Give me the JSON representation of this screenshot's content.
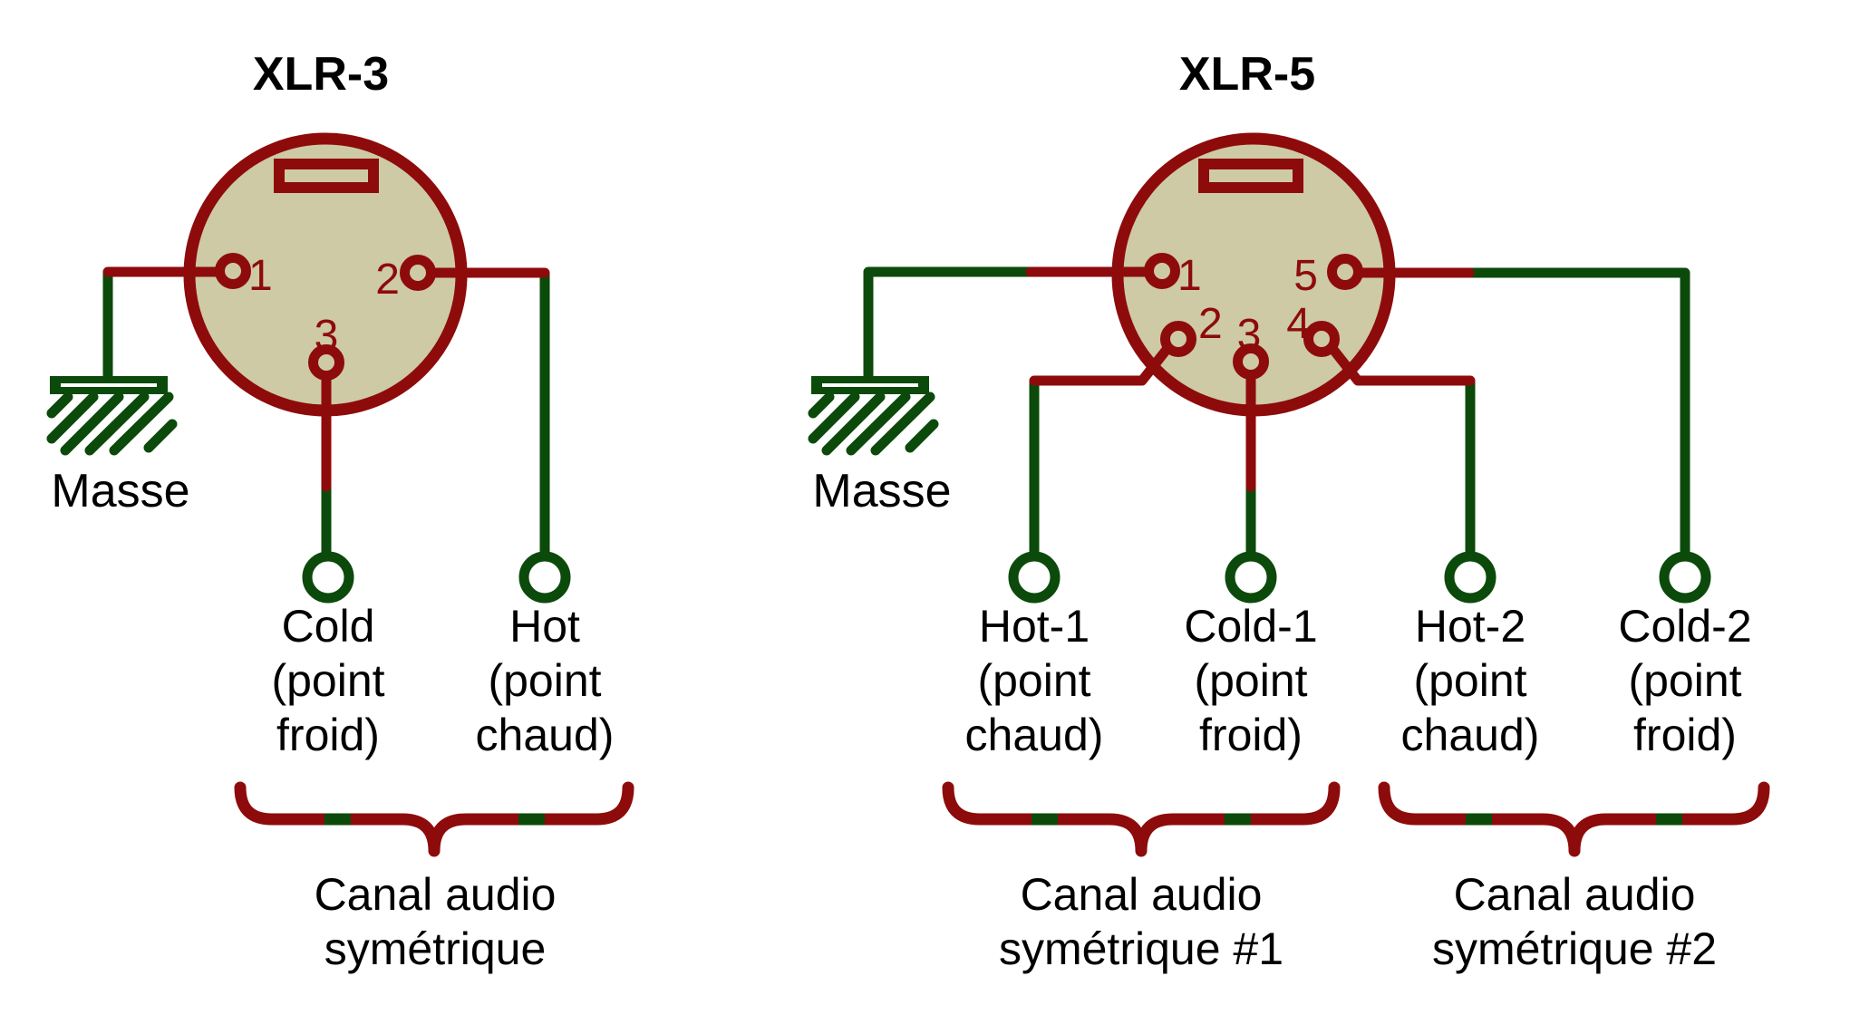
{
  "colors": {
    "wire_red": "#8E0B0B",
    "wire_green": "#0B4A0B",
    "connector_fill": "#CDCAA5",
    "label_text": "#000000",
    "background": "#FFFFFF"
  },
  "xlr3": {
    "title": "XLR-3",
    "ground_label": "Masse",
    "pin_labels": {
      "p1": "1",
      "p2": "2",
      "p3": "3"
    },
    "terminals": [
      {
        "line1": "Cold",
        "line2": "(point",
        "line3": "froid)"
      },
      {
        "line1": "Hot",
        "line2": "(point",
        "line3": "chaud)"
      }
    ],
    "channel_label": {
      "line1": "Canal audio",
      "line2": "symétrique"
    }
  },
  "xlr5": {
    "title": "XLR-5",
    "ground_label": "Masse",
    "pin_labels": {
      "p1": "1",
      "p2": "2",
      "p3": "3",
      "p4": "4",
      "p5": "5"
    },
    "terminals": [
      {
        "line1": "Hot-1",
        "line2": "(point",
        "line3": "chaud)"
      },
      {
        "line1": "Cold-1",
        "line2": "(point",
        "line3": "froid)"
      },
      {
        "line1": "Hot-2",
        "line2": "(point",
        "line3": "chaud)"
      },
      {
        "line1": "Cold-2",
        "line2": "(point",
        "line3": "froid)"
      }
    ],
    "channel_labels": [
      {
        "line1": "Canal audio",
        "line2": "symétrique #1"
      },
      {
        "line1": "Canal audio",
        "line2": "symétrique #2"
      }
    ]
  }
}
